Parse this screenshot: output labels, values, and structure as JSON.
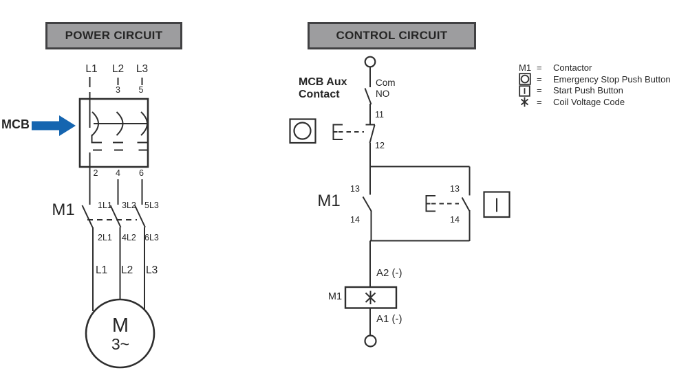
{
  "colors": {
    "background": "#ffffff",
    "line": "#2e2e2e",
    "accent_blue": "#1565b0",
    "header_fill": "#9d9d9f",
    "header_border": "#414143"
  },
  "power": {
    "title": "POWER CIRCUIT",
    "mcb_label": "MCB",
    "phases": [
      "L1",
      "L2",
      "L3"
    ],
    "top_terminals": [
      "3",
      "5"
    ],
    "mcb_out_terminals": [
      "2",
      "4",
      "6"
    ],
    "contactor_ref": "M1",
    "contact_in": [
      "1L1",
      "3L2",
      "5L3"
    ],
    "contact_out": [
      "2L1",
      "4L2",
      "6L3"
    ],
    "feeder": [
      "L1",
      "L2",
      "L3"
    ],
    "motor_letter": "M",
    "motor_phases": "3~"
  },
  "control": {
    "title": "CONTROL CIRCUIT",
    "aux_label_line1": "MCB Aux",
    "aux_label_line2": "Contact",
    "aux_terminal_top": "Com",
    "aux_contact_type": "NO",
    "estop_terminal_top": "11",
    "estop_terminal_bottom": "12",
    "hold_ref": "M1",
    "hold_terminal_top": "13",
    "hold_terminal_bottom": "14",
    "start_terminal_top": "13",
    "start_terminal_bottom": "14",
    "coil_ref": "M1",
    "coil_terminal_top": "A2 (-)",
    "coil_terminal_bottom": "A1 (-)"
  },
  "legend": {
    "rows": [
      {
        "symbol_text": "M1",
        "eq": "=",
        "label": "Contactor"
      },
      {
        "eq": "=",
        "label": "Emergency Stop Push Button"
      },
      {
        "eq": "=",
        "label": "Start Push Button"
      },
      {
        "eq": "=",
        "label": "Coil Voltage Code"
      }
    ]
  }
}
